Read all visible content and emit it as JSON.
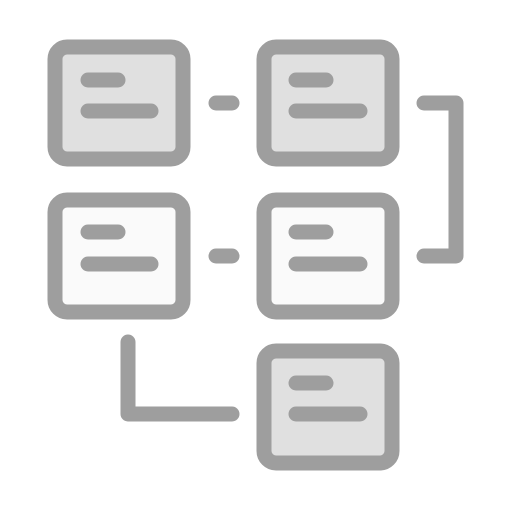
{
  "icon": {
    "name": "process-flow-diagram-icon",
    "stroke_color": "#9e9e9e",
    "colors": {
      "dark_fill": "#e0e0e0",
      "light_fill": "#fafafa"
    }
  },
  "nodes": [
    {
      "id": "node-1",
      "fill": "dark"
    },
    {
      "id": "node-2",
      "fill": "dark"
    },
    {
      "id": "node-3",
      "fill": "light"
    },
    {
      "id": "node-4",
      "fill": "light"
    },
    {
      "id": "node-5",
      "fill": "dark"
    }
  ],
  "connectors": [
    {
      "id": "connector-1-2",
      "from": "node-1",
      "to": "node-2"
    },
    {
      "id": "connector-2-4",
      "from": "node-2",
      "to": "node-4"
    },
    {
      "id": "connector-3-4",
      "from": "node-3",
      "to": "node-4"
    },
    {
      "id": "connector-3-5",
      "from": "node-3",
      "to": "node-5"
    }
  ]
}
